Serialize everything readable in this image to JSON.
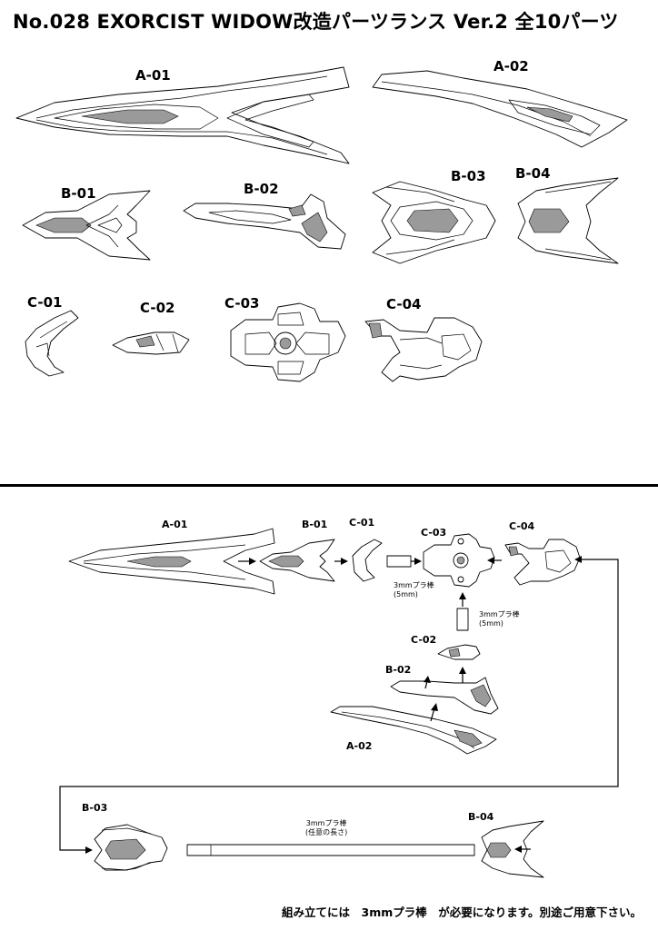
{
  "title": "No.028 EXORCIST WIDOW改造パーツランス Ver.2 全10パーツ",
  "parts_top": {
    "a01": "A-01",
    "a02": "A-02",
    "b01": "B-01",
    "b02": "B-02",
    "b03": "B-03",
    "b04": "B-04",
    "c01": "C-01",
    "c02": "C-02",
    "c03": "C-03",
    "c04": "C-04"
  },
  "parts_assembly": {
    "a01": "A-01",
    "b01": "B-01",
    "c01": "C-01",
    "c03": "C-03",
    "c04": "C-04",
    "c02": "C-02",
    "b02": "B-02",
    "a02": "A-02",
    "b03": "B-03",
    "b04": "B-04"
  },
  "notes": {
    "rod_5mm_a_line1": "3mmプラ棒",
    "rod_5mm_a_line2": "(5mm)",
    "rod_5mm_b_line1": "3mmプラ棒",
    "rod_5mm_b_line2": "(5mm)",
    "rod_free_line1": "3mmプラ棒",
    "rod_free_line2": "(任意の長さ)"
  },
  "footer": "組み立てには　3mmプラ棒　が必要になります。別途ご用意下さい。"
}
